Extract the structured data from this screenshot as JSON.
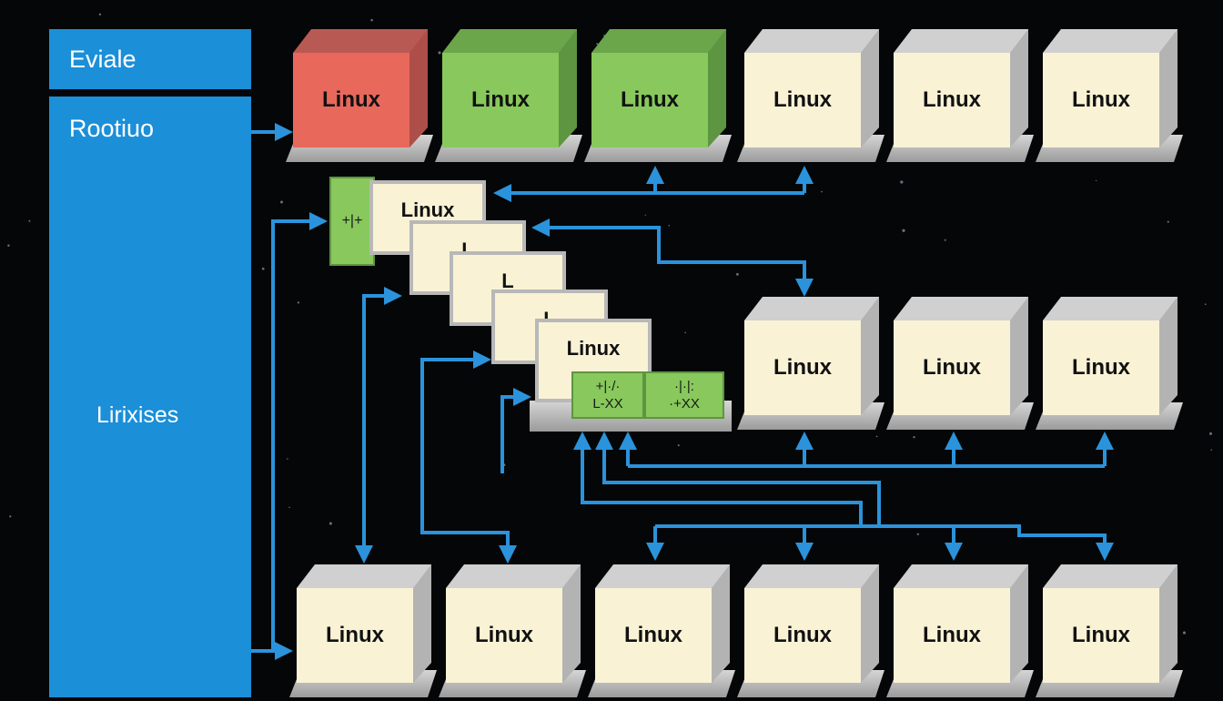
{
  "sidebar": {
    "header": "Eviale",
    "subheader": "Rootiuo",
    "main_label": "Lirixises",
    "color": "#1b8fd8"
  },
  "nodes": {
    "top_row": [
      {
        "label": "Linux",
        "color": "red"
      },
      {
        "label": "Linux",
        "color": "green"
      },
      {
        "label": "Linux",
        "color": "green"
      },
      {
        "label": "Linux",
        "color": "cream"
      },
      {
        "label": "Linux",
        "color": "cream"
      },
      {
        "label": "Linux",
        "color": "cream"
      }
    ],
    "middle_row": [
      {
        "label": "Linux"
      },
      {
        "label": "Linux"
      },
      {
        "label": "Linux"
      }
    ],
    "bottom_row": [
      {
        "label": "Linux"
      },
      {
        "label": "Linux"
      },
      {
        "label": "Linux"
      },
      {
        "label": "Linux"
      },
      {
        "label": "Linux"
      },
      {
        "label": "Linux"
      }
    ]
  },
  "stack": {
    "cards": [
      "Linux",
      "L",
      "L",
      "L",
      "Linux"
    ],
    "side_tag": "+|+",
    "badges": [
      {
        "line1": "+|·/·",
        "line2": "L-XX"
      },
      {
        "line1": "·|·|:",
        "line2": "·+XX"
      }
    ]
  },
  "colors": {
    "background": "#050608",
    "wire": "#2b93db",
    "cream": "#f9f2d5",
    "red": "#e9685c",
    "green": "#88c85c"
  }
}
